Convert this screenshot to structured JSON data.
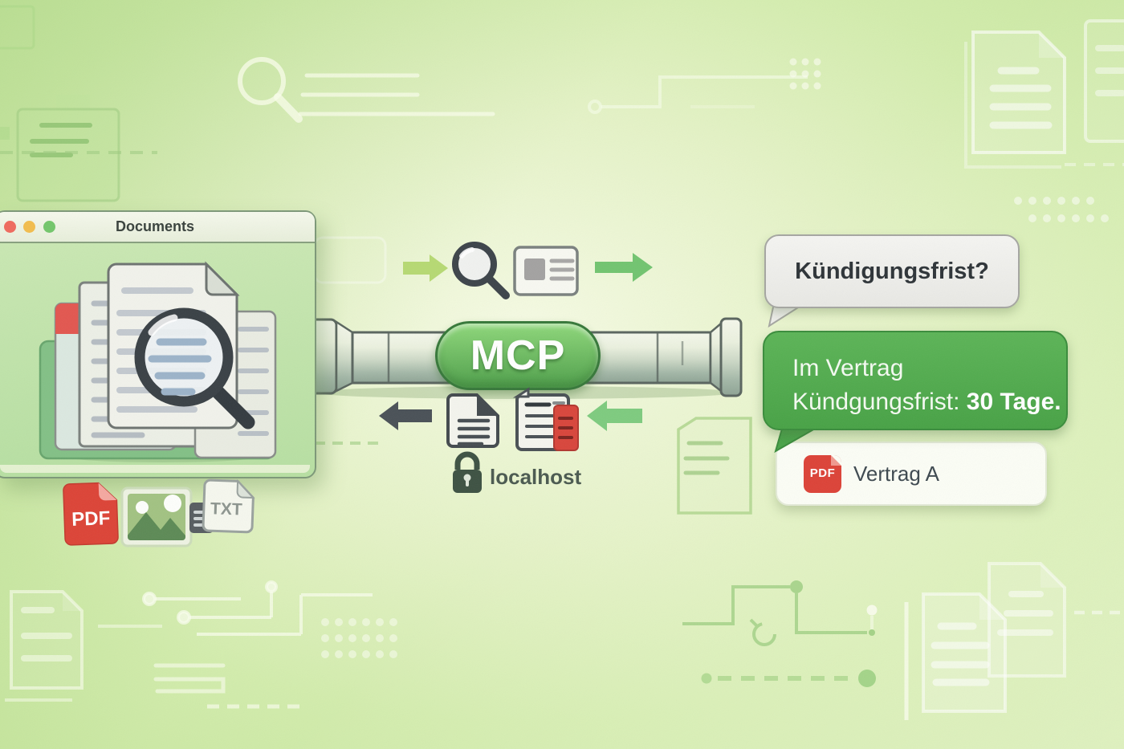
{
  "window": {
    "title": "Documents"
  },
  "file_icons": {
    "pdf_label": "PDF",
    "txt_label": "TXT"
  },
  "pipe": {
    "label": "MCP"
  },
  "server": {
    "host": "localhost"
  },
  "chat": {
    "question": "Kündigungsfrist?",
    "answer": {
      "line1": "Im Vertrag",
      "line2_regular": "Kündgungsfrist: ",
      "line2_bold": "30 Tage."
    },
    "source": {
      "icon_label": "PDF",
      "name": "Vertrag A"
    }
  },
  "icons": {
    "search-icon": "svg-magnifier",
    "id-card-icon": "svg-card",
    "document-icon": "svg-document",
    "document-bookmark-icon": "svg-document-with-red-bookmark",
    "lock-icon": "svg-padlock",
    "arrow-right-icon": "svg-arrow-right",
    "arrow-left-icon": "svg-arrow-left",
    "pdf-file-icon": "svg-pdf-badge",
    "image-file-icon": "svg-photo",
    "txt-file-icon": "svg-txt-doc",
    "traffic-lights": "css-circles"
  },
  "colors": {
    "background_green": "#d2ecac",
    "mcp_badge_green": "#5aab52",
    "answer_bubble_green": "#4fa94d",
    "pdf_red": "#dc4437",
    "arrow_dark": "#4a5157",
    "arrow_light_green": "#b6d973",
    "arrow_green": "#72c470"
  }
}
